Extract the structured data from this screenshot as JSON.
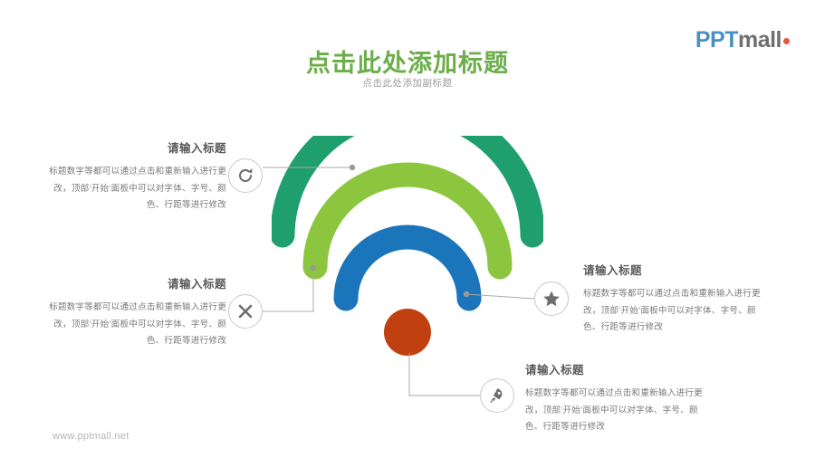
{
  "brand": {
    "name_part1": "PPT",
    "name_part2": "mall"
  },
  "header": {
    "title": "点击此处添加标题",
    "subtitle": "点击此处添加副标题",
    "title_color": "#6cae4a"
  },
  "footer": {
    "url": "www.pptmall.net"
  },
  "diagram": {
    "type": "wifi-signal-arcs",
    "arcs": [
      {
        "name": "outer-arc",
        "color": "#1f9e6e"
      },
      {
        "name": "middle-arc",
        "color": "#8cc63f"
      },
      {
        "name": "inner-arc",
        "color": "#1b75bb"
      },
      {
        "name": "center-dot",
        "color": "#c0400f"
      }
    ]
  },
  "callouts": [
    {
      "id": "callout-top-left",
      "icon": "refresh-icon",
      "heading": "请输入标题",
      "body": "标题数字等都可以通过点击和重新输入进行更改，顶部‘开始’面板中可以对字体、字号、颜色、行距等进行修改"
    },
    {
      "id": "callout-mid-left",
      "icon": "close-icon",
      "heading": "请输入标题",
      "body": "标题数字等都可以通过点击和重新输入进行更改，顶部‘开始’面板中可以对字体、字号、颜色、行距等进行修改"
    },
    {
      "id": "callout-mid-right",
      "icon": "star-icon",
      "heading": "请输入标题",
      "body": "标题数字等都可以通过点击和重新输入进行更改，顶部‘开始’面板中可以对字体、字号、颜色、行距等进行修改"
    },
    {
      "id": "callout-bottom-right",
      "icon": "rocket-icon",
      "heading": "请输入标题",
      "body": "标题数字等都可以通过点击和重新输入进行更改，顶部‘开始’面板中可以对字体、字号、颜色、行距等进行修改"
    }
  ]
}
